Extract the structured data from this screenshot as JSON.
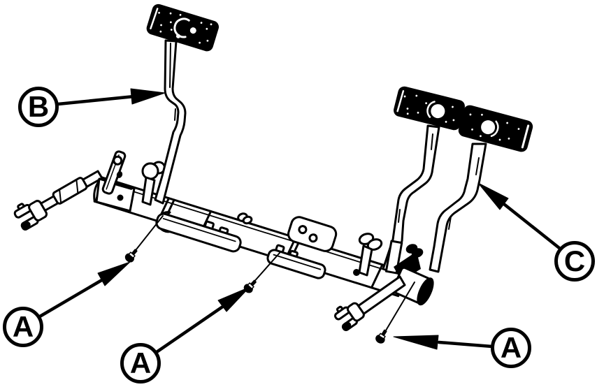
{
  "figure": {
    "kind": "technical-illustration",
    "background_color": "#ffffff",
    "line_color": "#000000",
    "callouts": {
      "b": {
        "label": "B"
      },
      "a_left": {
        "label": "A"
      },
      "a_middle": {
        "label": "A"
      },
      "a_right": {
        "label": "A"
      },
      "c": {
        "label": "C"
      }
    }
  }
}
